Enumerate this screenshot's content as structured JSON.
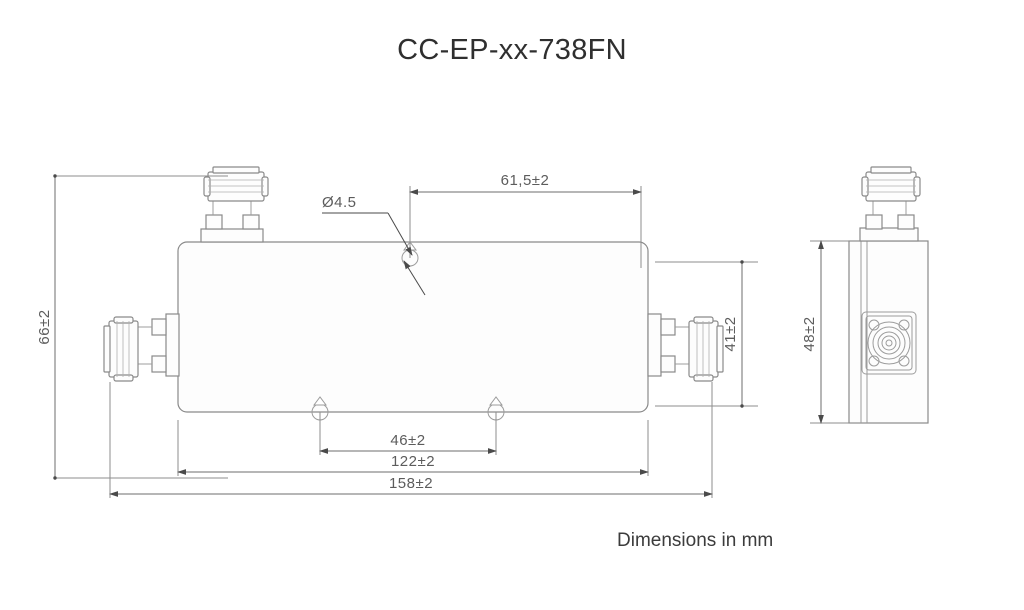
{
  "title": "CC-EP-xx-738FN",
  "footer": "Dimensions in mm",
  "drawing": {
    "units": "mm",
    "views": {
      "front": {
        "name": "front-view"
      },
      "side": {
        "name": "side-view"
      }
    },
    "dimensions": {
      "height_overall": "66±2",
      "top_offset": "61,5±2",
      "hole_diameter": "Ø4.5",
      "port_height": "41±2",
      "hole_spacing": "46±2",
      "body_length": "122±2",
      "overall_length": "158±2",
      "side_width": "48±2"
    }
  },
  "colors": {
    "line": "#8a8a8a",
    "dimension": "#6e6e6e",
    "text": "#5c5c5c",
    "title": "#2f2f2f",
    "background": "#ffffff"
  }
}
